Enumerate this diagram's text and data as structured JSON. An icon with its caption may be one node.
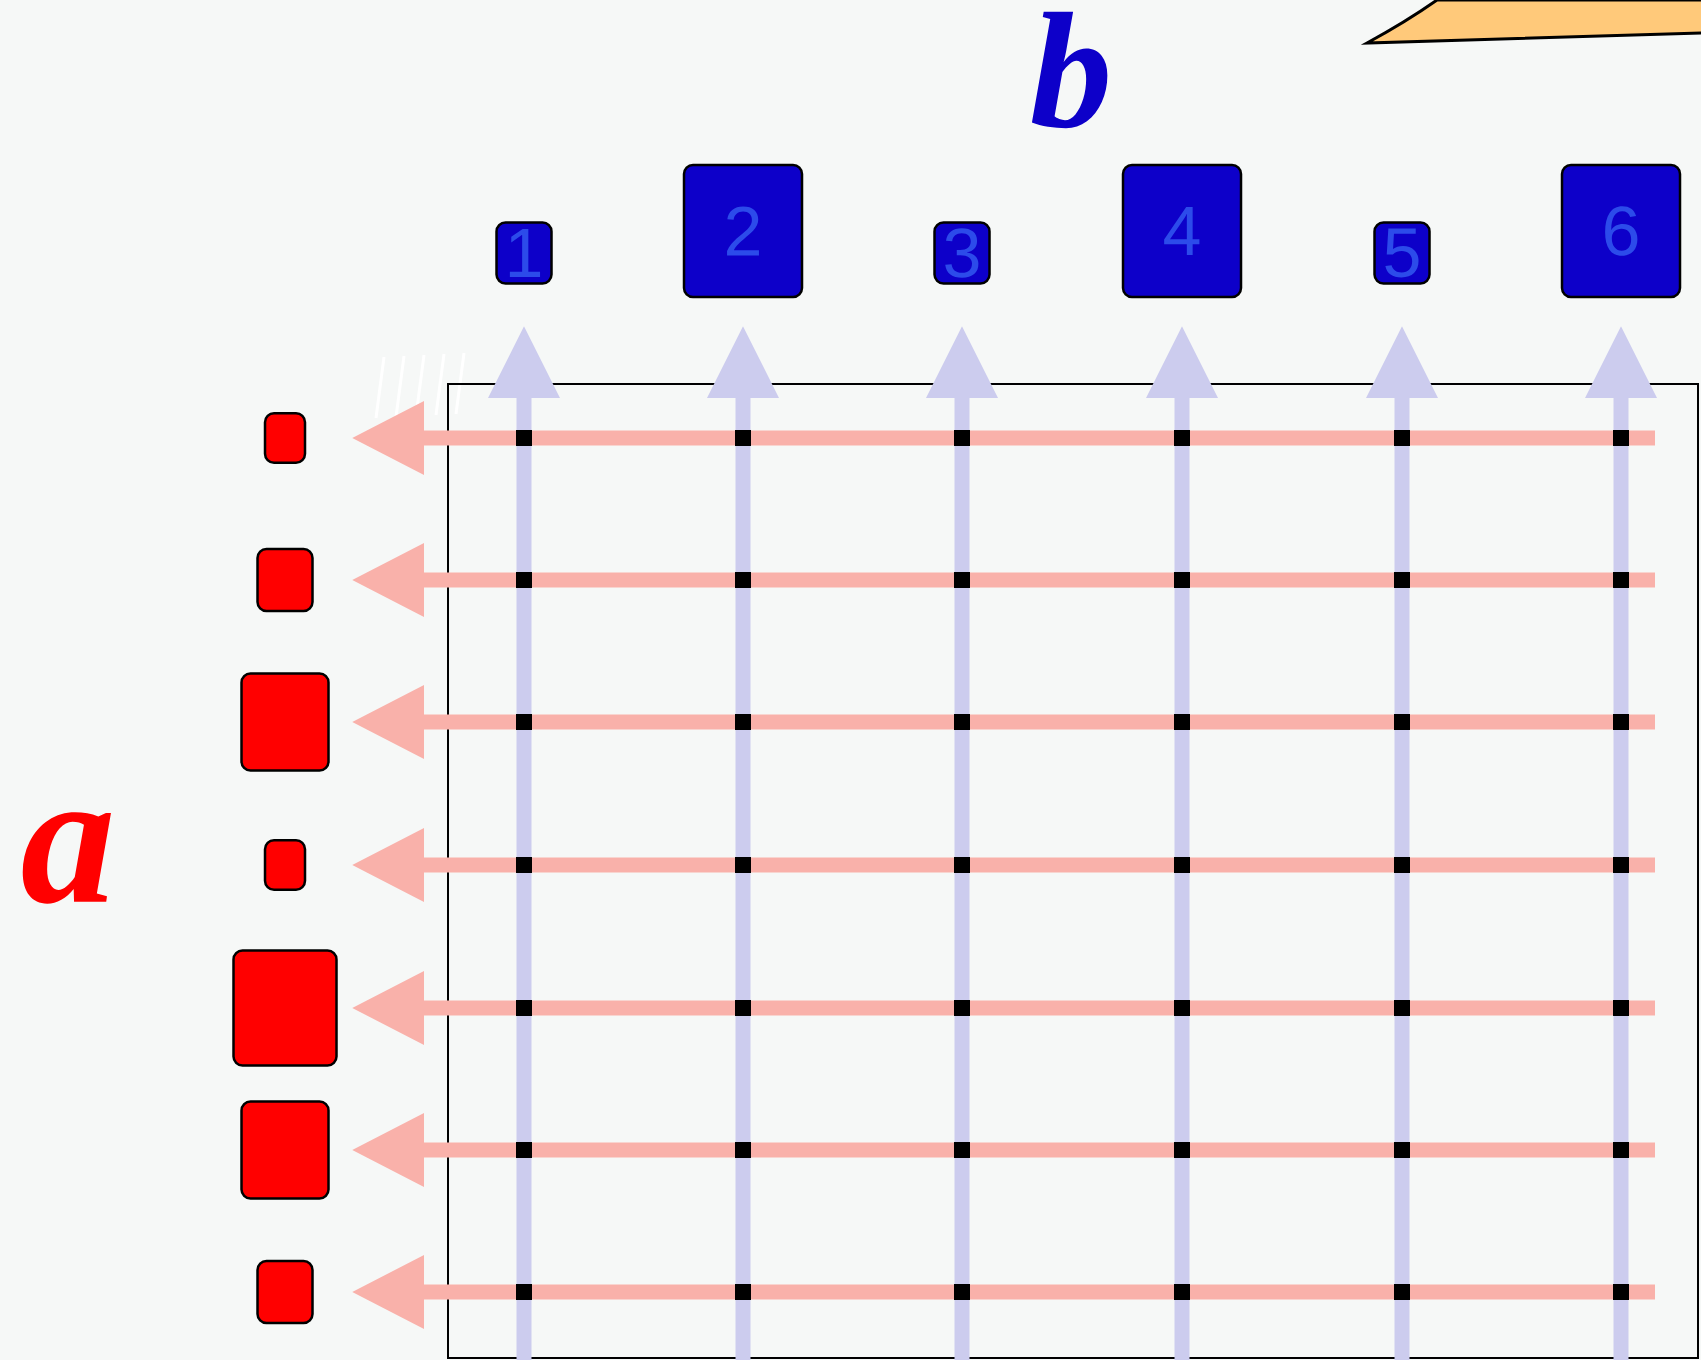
{
  "diagram": {
    "nodes": [
      {
        "text": [],
        "shape": "box"
      },
      {
        "text": [],
        "shape": "box"
      },
      {
        "text": [],
        "shape": "box"
      },
      {
        "text": [],
        "shape": "box"
      },
      {
        "text": [],
        "shape": "box"
      },
      {
        "text": [],
        "shape": "box"
      },
      {
        "text": [],
        "shape": "box"
      },
      {
        "text": [
          "1"
        ]
      },
      {
        "text": [
          "2"
        ]
      },
      {
        "text": [
          "3"
        ]
      },
      {
        "text": [
          "4"
        ]
      },
      {
        "text": [
          "5"
        ]
      },
      {
        "text": [
          "6"
        ]
      }
    ],
    "edges": [
      {
        "from": null,
        "to": 0,
        "arrow": "to"
      },
      {
        "from": null,
        "to": 1,
        "arrow": "to"
      },
      {
        "from": null,
        "to": 2,
        "arrow": "to"
      },
      {
        "from": null,
        "to": 3,
        "arrow": "to"
      },
      {
        "from": null,
        "to": 4,
        "arrow": "to"
      },
      {
        "from": null,
        "to": 5,
        "arrow": "to"
      },
      {
        "from": null,
        "to": 6,
        "arrow": "to"
      },
      {
        "from": null,
        "to": 7,
        "arrow": "to"
      },
      {
        "from": null,
        "to": 8,
        "arrow": "to"
      },
      {
        "from": null,
        "to": 9,
        "arrow": "to"
      },
      {
        "from": null,
        "to": 10,
        "arrow": "to"
      },
      {
        "from": null,
        "to": 11,
        "arrow": "to"
      },
      {
        "from": null,
        "to": 12,
        "arrow": "to"
      }
    ],
    "labels": [
      "a",
      "b"
    ]
  }
}
